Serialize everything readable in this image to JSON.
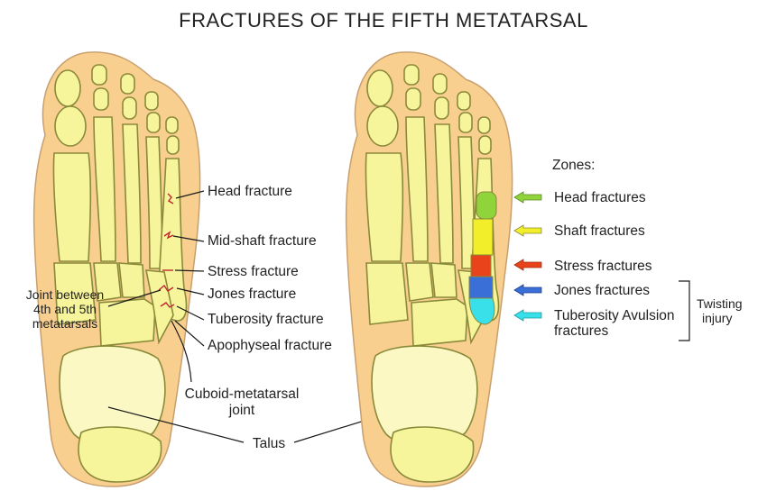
{
  "title": "FRACTURES OF THE FIFTH METATARSAL",
  "left_labels": {
    "head": "Head fracture",
    "midshaft": "Mid-shaft fracture",
    "stress": "Stress fracture",
    "jones": "Jones fracture",
    "tuberosity": "Tuberosity fracture",
    "apophyseal": "Apophyseal fracture",
    "joint_line1": "Joint between",
    "joint_line2": "4th and 5th",
    "joint_line3": "metatarsals",
    "cuboid_line1": "Cuboid-metatarsal",
    "cuboid_line2": "joint",
    "talus": "Talus"
  },
  "zones": {
    "heading": "Zones:",
    "items": [
      {
        "label": "Head fractures",
        "color": "#8fd43a"
      },
      {
        "label": "Shaft fractures",
        "color": "#f3ee2a"
      },
      {
        "label": "Stress fractures",
        "color": "#e8431b"
      },
      {
        "label": "Jones fractures",
        "color": "#3a6fd8"
      },
      {
        "label": "Tuberosity Avulsion",
        "label2": "fractures",
        "color": "#39e0ea"
      }
    ],
    "twisting_line1": "Twisting",
    "twisting_line2": "injury"
  },
  "colors": {
    "skin": "#f8cf8e",
    "bone": "#f7f59b",
    "crack": "#c0262d"
  }
}
